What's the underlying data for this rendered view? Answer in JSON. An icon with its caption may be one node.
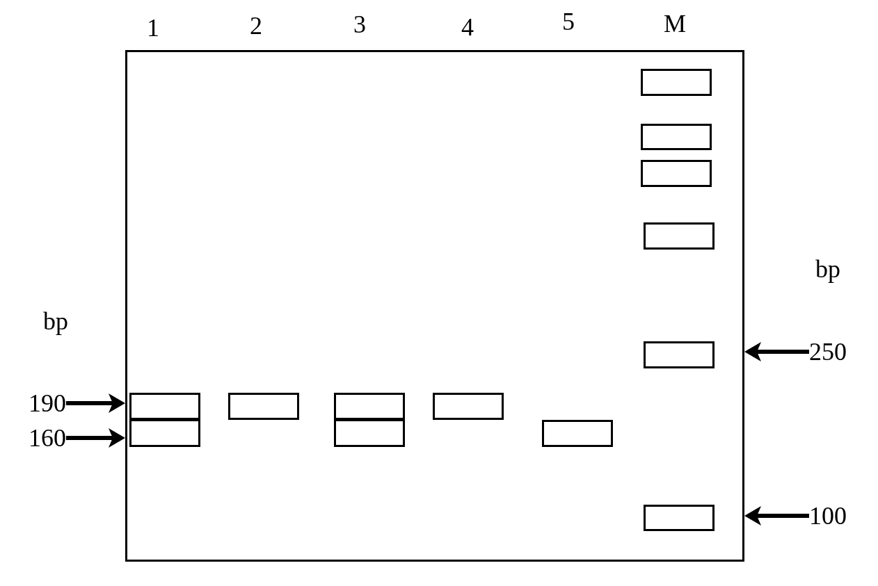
{
  "diagram": {
    "nodes": [
      {
        "text": [],
        "shape": "box"
      },
      {
        "text": [],
        "shape": "box",
        "in": 0
      },
      {
        "text": [],
        "shape": "box",
        "in": 0
      },
      {
        "text": [],
        "shape": "box",
        "in": 0
      },
      {
        "text": [],
        "shape": "box",
        "in": 0
      },
      {
        "text": [],
        "shape": "box",
        "in": 0
      },
      {
        "text": [],
        "shape": "box",
        "in": 0
      },
      {
        "text": [],
        "shape": "box",
        "in": 0
      },
      {
        "text": [],
        "shape": "box",
        "in": 0
      },
      {
        "text": [],
        "shape": "box",
        "in": 0
      },
      {
        "text": [],
        "shape": "box",
        "in": 0
      },
      {
        "text": [],
        "shape": "box",
        "in": 0
      },
      {
        "text": [],
        "shape": "box",
        "in": 0
      },
      {
        "text": [],
        "shape": "box",
        "in": 0
      },
      {
        "text": [
          "190"
        ]
      },
      {
        "text": [
          "160"
        ]
      },
      {
        "text": [
          "250"
        ]
      },
      {
        "text": [
          "100"
        ]
      }
    ],
    "edges": [
      {
        "from": 14,
        "to": 0,
        "arrow": "to"
      },
      {
        "from": 15,
        "to": 0,
        "arrow": "to"
      },
      {
        "from": 16,
        "to": 0,
        "arrow": "to"
      },
      {
        "from": 17,
        "to": 0,
        "arrow": "to"
      }
    ],
    "labels": [
      "1",
      "2",
      "3",
      "4",
      "5",
      "M",
      "bp",
      "bp"
    ]
  }
}
